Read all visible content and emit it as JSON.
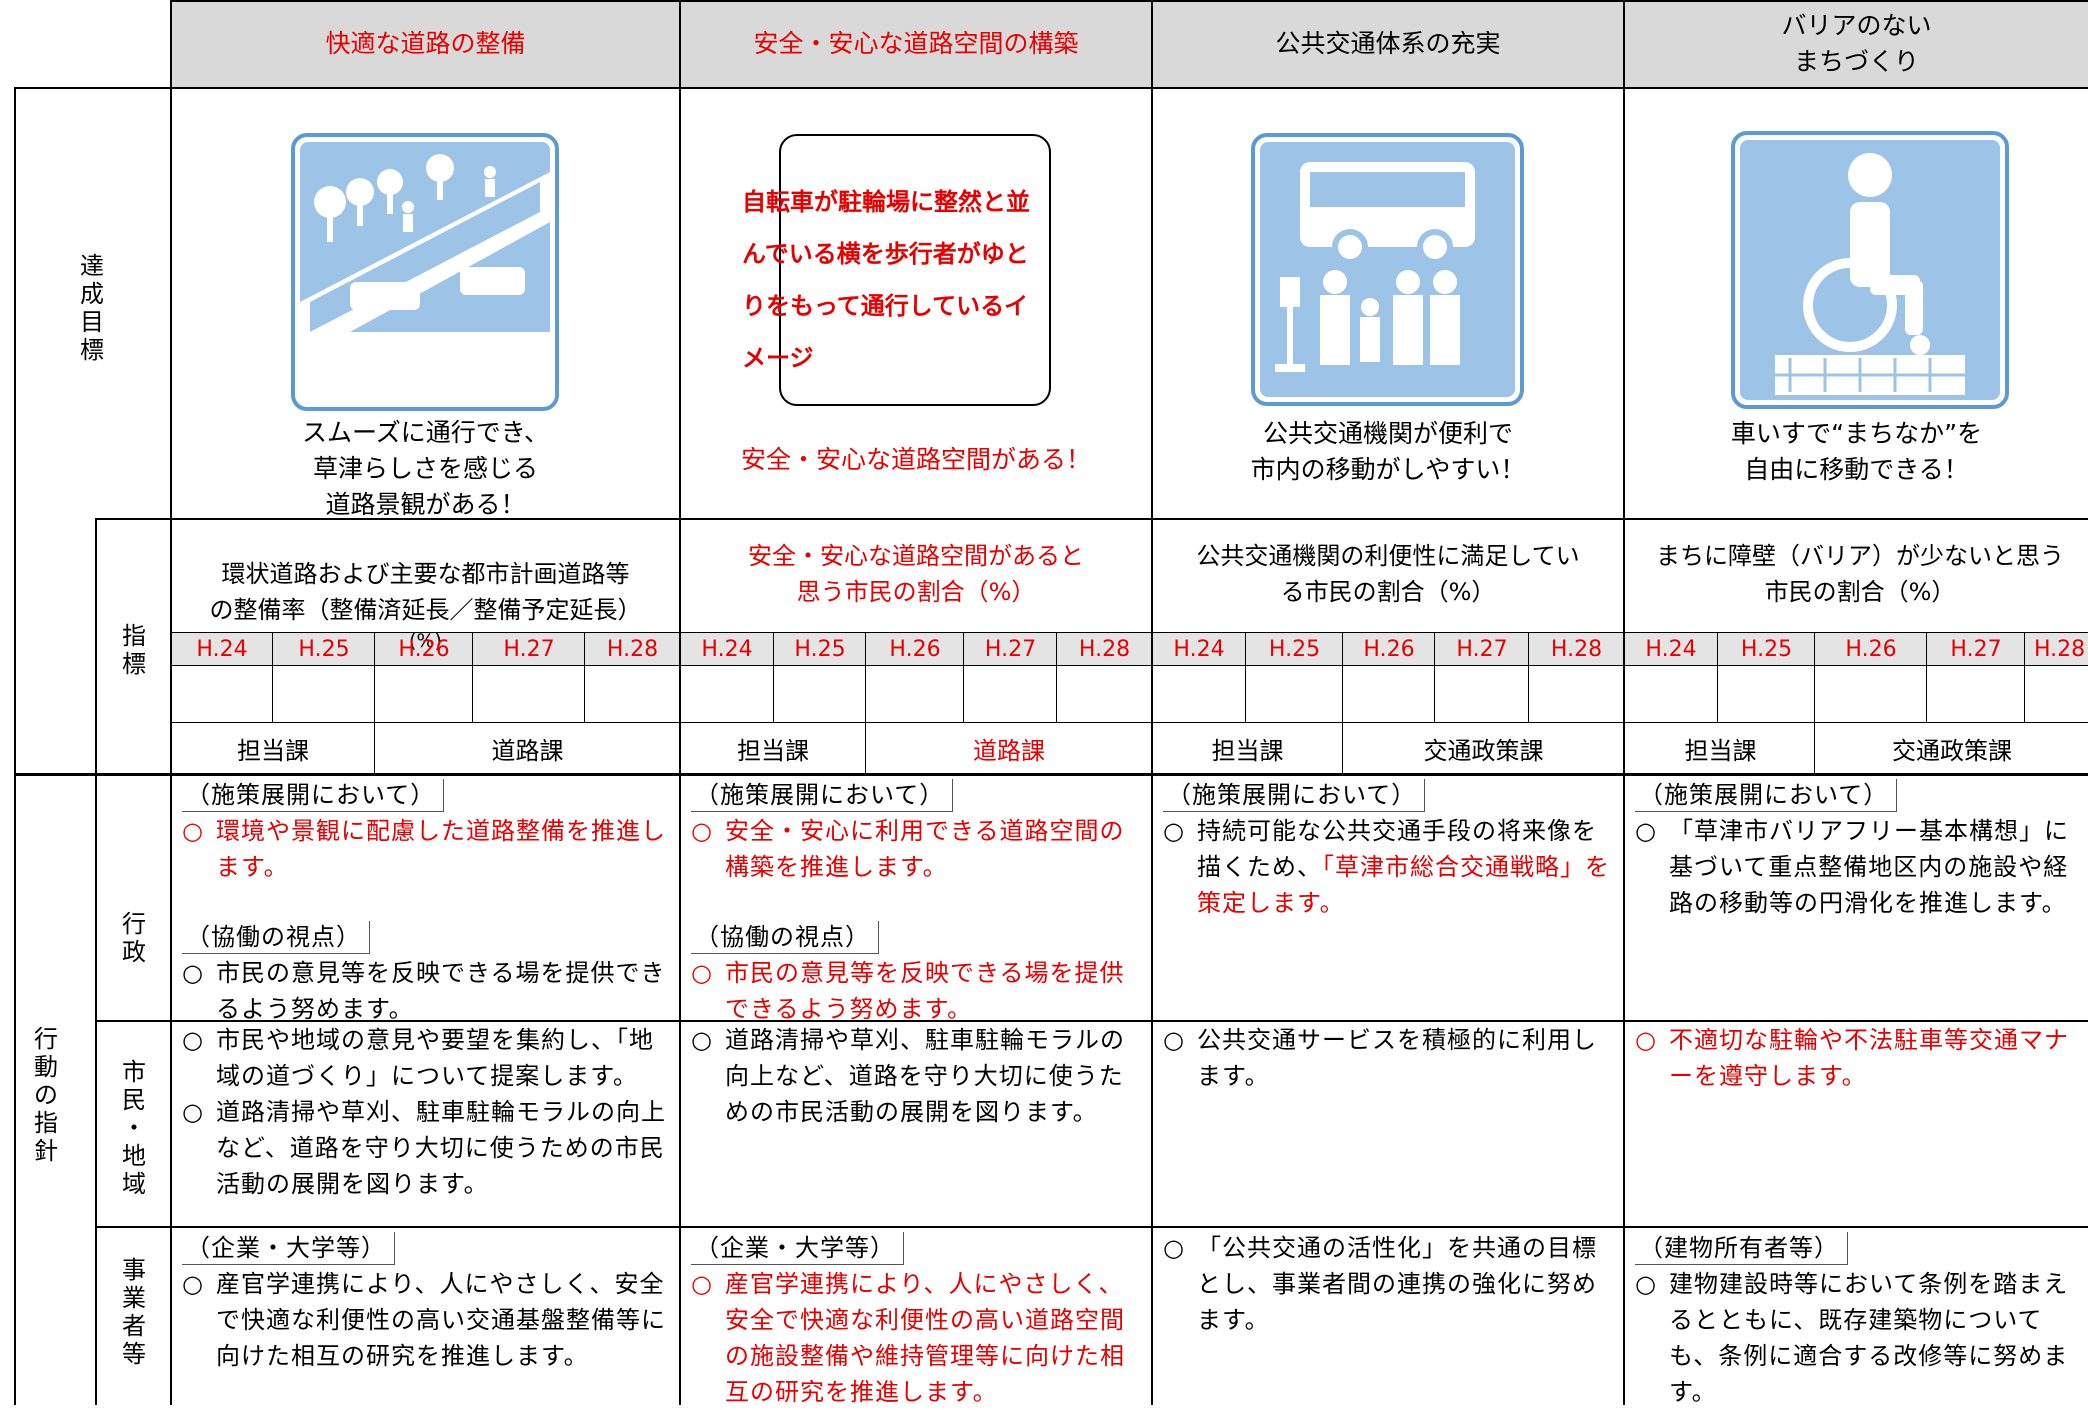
{
  "columns": [
    {
      "title": "快適な道路の整備",
      "title_red": true
    },
    {
      "title": "安全・安心な道路空間の構築",
      "title_red": true
    },
    {
      "title": "公共交通体系の充実",
      "title_red": false
    },
    {
      "title": "バリアのない\nまちづくり",
      "title_red": false
    }
  ],
  "row_labels": {
    "goal": "達\n成\n目\n標",
    "indicator": "指\n標",
    "action": "行\n動\nの\n指\n針",
    "admin": "行\n政",
    "citizen": "市\n民\n・\n地\n域",
    "business": "事\n業\n者\n等"
  },
  "goals": [
    {
      "caption": "スムーズに通行でき、\n草津らしさを感じる\n道路景観がある！",
      "icon": "road-landscape-icon"
    },
    {
      "caption": "安全・安心な道路空間がある！",
      "placeholder": "自転車が駐輪場に整然と並\nんでいる横を歩行者がゆと\nりをもって通行しているイ\nメージ"
    },
    {
      "caption": "公共交通機関が便利で\n市内の移動がしやすい！",
      "icon": "bus-stop-icon"
    },
    {
      "caption": "車いすで“まちなか”を\n自由に移動できる！",
      "icon": "wheelchair-icon"
    }
  ],
  "indicators": [
    {
      "text": "環状道路および主要な都市計画道路等\nの整備率（整備済延長／整備予定延長）",
      "unit": "(%)",
      "dept": "道路課",
      "dept_red": false
    },
    {
      "text": "安全・安心な道路空間があると\n思う市民の割合（%）",
      "dept": "道路課",
      "dept_red": true
    },
    {
      "text": "公共交通機関の利便性に満足してい\nる市民の割合（%）",
      "dept": "交通政策課",
      "dept_red": false
    },
    {
      "text": "まちに障壁（バリア）が少ないと思う\n市民の割合（%）",
      "dept": "交通政策課",
      "dept_red": false
    }
  ],
  "years": [
    "H.24",
    "H.25",
    "H.26",
    "H.27",
    "H.28"
  ],
  "dept_label": "担当課",
  "mark": "○",
  "sections": {
    "policy": "（施策展開において）",
    "collab": "（協働の視点）",
    "corp": "（企業・大学等）",
    "owner": "（建物所有者等）"
  },
  "admin": {
    "c1a": "環境や景観に配慮した道路整備を推進します。",
    "c1b": "市民の意見等を反映できる場を提供できるよう努めます。",
    "c2a": "安全・安心に利用できる道路空間の構築を推進します。",
    "c2b": "市民の意見等を反映できる場を提供できるよう努めます。",
    "c3a": "持続可能な公共交通手段の将来像を描くため、",
    "c3b": "「草津市総合交通戦略」を策定します。",
    "c4a": "「草津市バリアフリー基本構想」に基づいて重点整備地区内の施設や経路の移動等の円滑化を推進します。"
  },
  "citizen": {
    "c1a": "市民や地域の意見や要望を集約し、「地域の道づくり」について提案します。",
    "c1b": "道路清掃や草刈、駐車駐輪モラルの向上など、道路を守り大切に使うための市民活動の展開を図ります。",
    "c2": "道路清掃や草刈、駐車駐輪モラルの向上など、道路を守り大切に使うための市民活動の展開を図ります。",
    "c3": "公共交通サービスを積極的に利用します。",
    "c4": "不適切な駐輪や不法駐車等交通マナーを遵守します。"
  },
  "business": {
    "c1": "産官学連携により、人にやさしく、安全で快適な利便性の高い交通基盤整備等に向けた相互の研究を推進します。",
    "c2": "産官学連携により、人にやさしく、安全で快適な利便性の高い道路空間の施設整備や維持管理等に向けた相互の研究を推進します。",
    "c3": "「公共交通の活性化」を共通の目標とし、事業者間の連携の強化に努めます。",
    "c4": "建物建設時等において条例を踏まえるとともに、既存建築物についても、条例に適合する改修等に努めます。"
  },
  "colors": {
    "red": "#e60000",
    "header_bg": "#d9d9d9",
    "icon_blue": "#9dc3e6",
    "icon_border": "#5b9bd5"
  }
}
